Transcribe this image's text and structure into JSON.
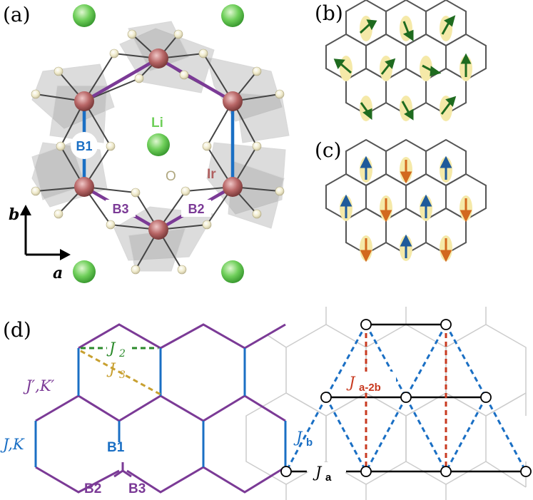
{
  "panels": {
    "a": "(a)",
    "b": "(b)",
    "c": "(c)",
    "d": "(d)"
  },
  "structure": {
    "li_label": "Li",
    "o_label": "O",
    "ir_label": "Ir",
    "bonds": [
      "B1",
      "B2",
      "B3"
    ],
    "axis_a": "a",
    "axis_b": "b"
  },
  "exchange": {
    "j2": "J",
    "j2_sub": "2",
    "j3": "J",
    "j3_sub": "3",
    "jk_prime": "J′,K′",
    "jk": "J,K",
    "b1": "B1",
    "b2": "B2",
    "b3": "B3",
    "ja": "J",
    "ja_sub": "a",
    "jb": "J",
    "jb_sub": "b",
    "ja2b": "J",
    "ja2b_sub": "a-2b"
  },
  "colors": {
    "purple": "#7b3a96",
    "blue": "#1a6fc4",
    "green": "#2a8a2a",
    "gold": "#c8a030",
    "red": "#c83a20",
    "li_green": "#6fcf5a",
    "ir_brown": "#b06060",
    "o_beige": "#eee8c8",
    "arrow_green": "#1f6b1f",
    "arrow_blue": "#1f5a9a",
    "arrow_orange": "#d2691e",
    "ellipse_yellow": "#f5e9a8",
    "grey_hex": "#cccccc"
  }
}
